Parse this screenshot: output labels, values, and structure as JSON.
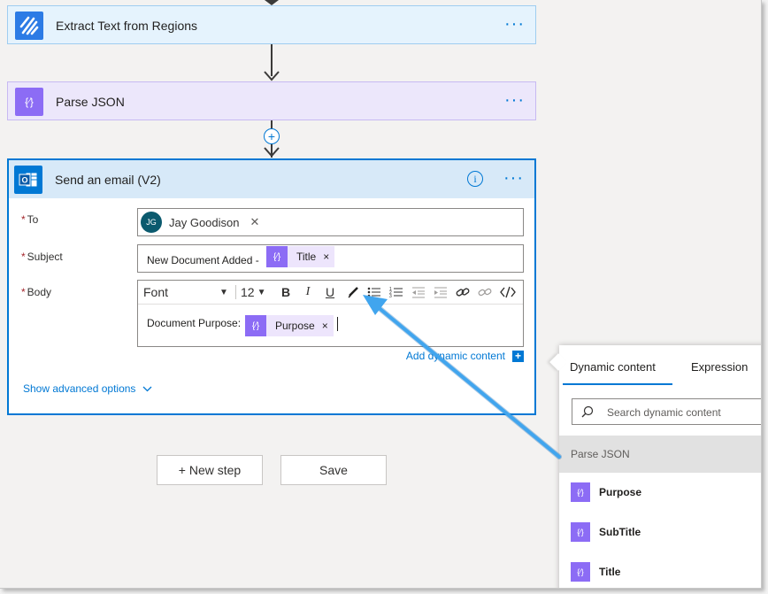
{
  "steps": {
    "extract": {
      "title": "Extract Text from Regions",
      "more": "···"
    },
    "parse": {
      "title": "Parse JSON",
      "more": "···"
    },
    "email": {
      "title": "Send an email (V2)",
      "info": "i",
      "more": "···",
      "to": {
        "label": "To",
        "avatar": "JG",
        "name": "Jay Goodison",
        "remove": "✕"
      },
      "subject": {
        "label": "Subject",
        "text": "New Document Added -",
        "token": "Title",
        "remove": "×"
      },
      "body": {
        "label": "Body",
        "toolbar": {
          "font": "Font",
          "size": "12",
          "bold": "B",
          "italic": "I",
          "underline": "U"
        },
        "text": "Document Purpose:",
        "token": "Purpose",
        "remove": "×"
      },
      "add_dynamic": "Add dynamic content",
      "advanced": "Show advanced options"
    }
  },
  "required_mark": "*",
  "buttons": {
    "new_step": "+ New step",
    "save": "Save"
  },
  "panel": {
    "tabs": [
      "Dynamic content",
      "Expression"
    ],
    "search_placeholder": "Search dynamic content",
    "section": "Parse JSON",
    "items": [
      "Purpose",
      "SubTitle",
      "Title"
    ]
  },
  "colors": {
    "accent": "#0078d4",
    "annotation_arrow": "#41a5ee",
    "token_icon": "#8c6cf5"
  }
}
